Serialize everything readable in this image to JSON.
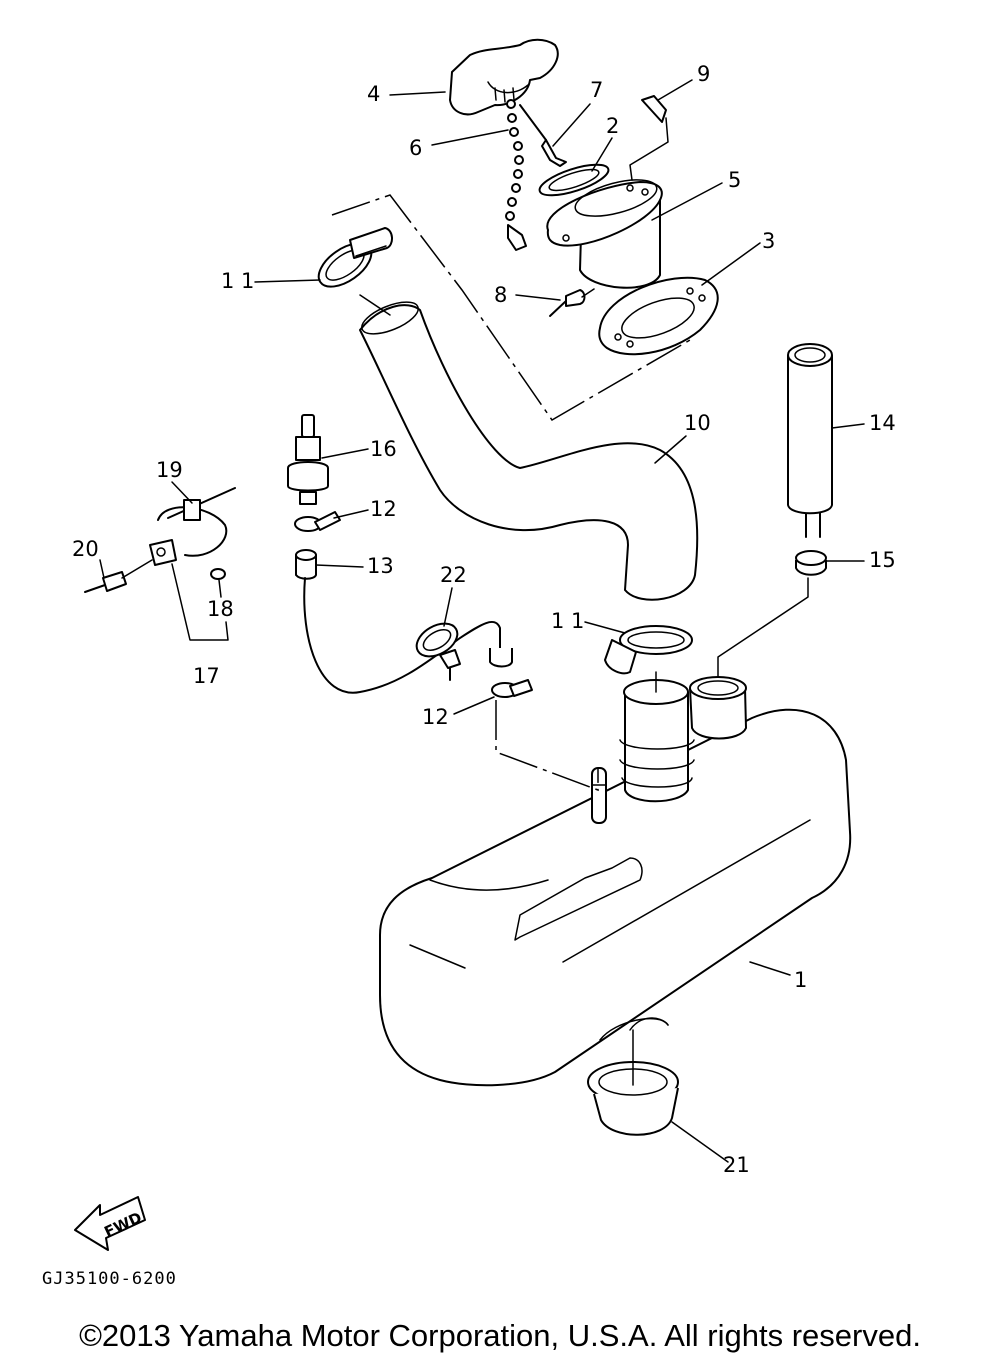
{
  "diagram": {
    "callouts": {
      "p1": "1",
      "p2": "2",
      "p3": "3",
      "p4": "4",
      "p5": "5",
      "p6": "6",
      "p7": "7",
      "p8": "8",
      "p9": "9",
      "p10": "10",
      "p11a": "1 1",
      "p11b": "1 1",
      "p12a": "12",
      "p12b": "12",
      "p13": "13",
      "p14": "14",
      "p15": "15",
      "p16": "16",
      "p17": "17",
      "p18": "18",
      "p19": "19",
      "p20": "20",
      "p21": "21",
      "p22": "22"
    },
    "fwd_label": "FWD",
    "drawing_code": "GJ35100-6200"
  },
  "footer": {
    "copyright": "©2013 Yamaha Motor Corporation, U.S.A. All rights reserved."
  }
}
